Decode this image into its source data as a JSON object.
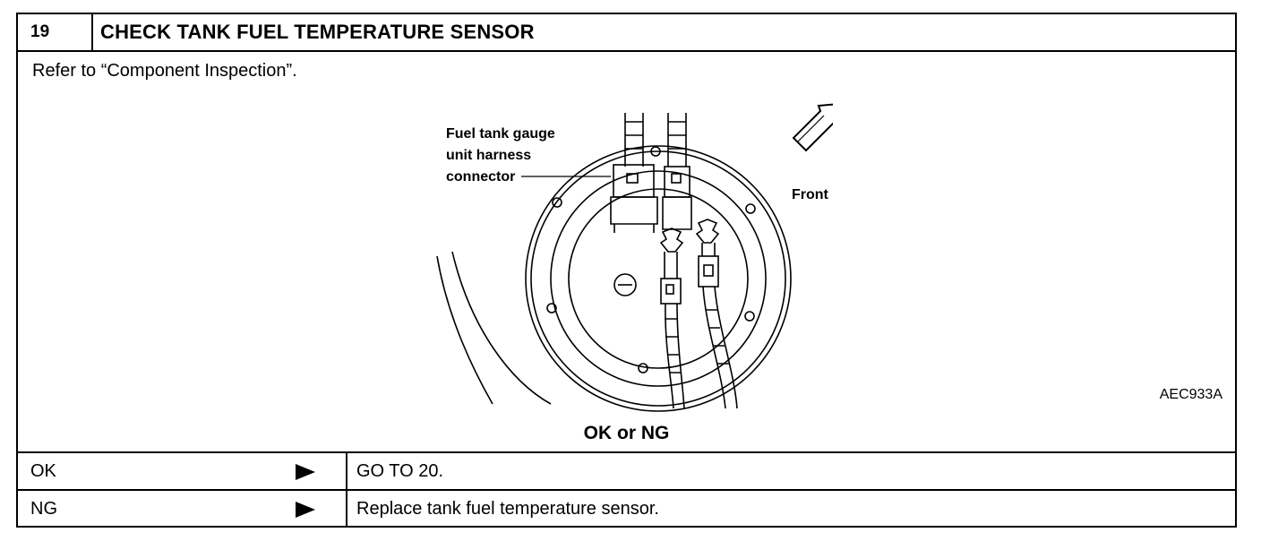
{
  "step": {
    "number": "19",
    "title": "CHECK TANK FUEL TEMPERATURE SENSOR"
  },
  "instruction": "Refer to “Component Inspection”.",
  "figure": {
    "callout_lines": [
      "Fuel tank gauge",
      "unit harness",
      "connector"
    ],
    "front_label": "Front",
    "figure_id": "AEC933A"
  },
  "decision": {
    "question": "OK or NG",
    "rows": [
      {
        "result": "OK",
        "action": "GO TO 20."
      },
      {
        "result": "NG",
        "action": "Replace tank fuel temperature sensor."
      }
    ]
  }
}
